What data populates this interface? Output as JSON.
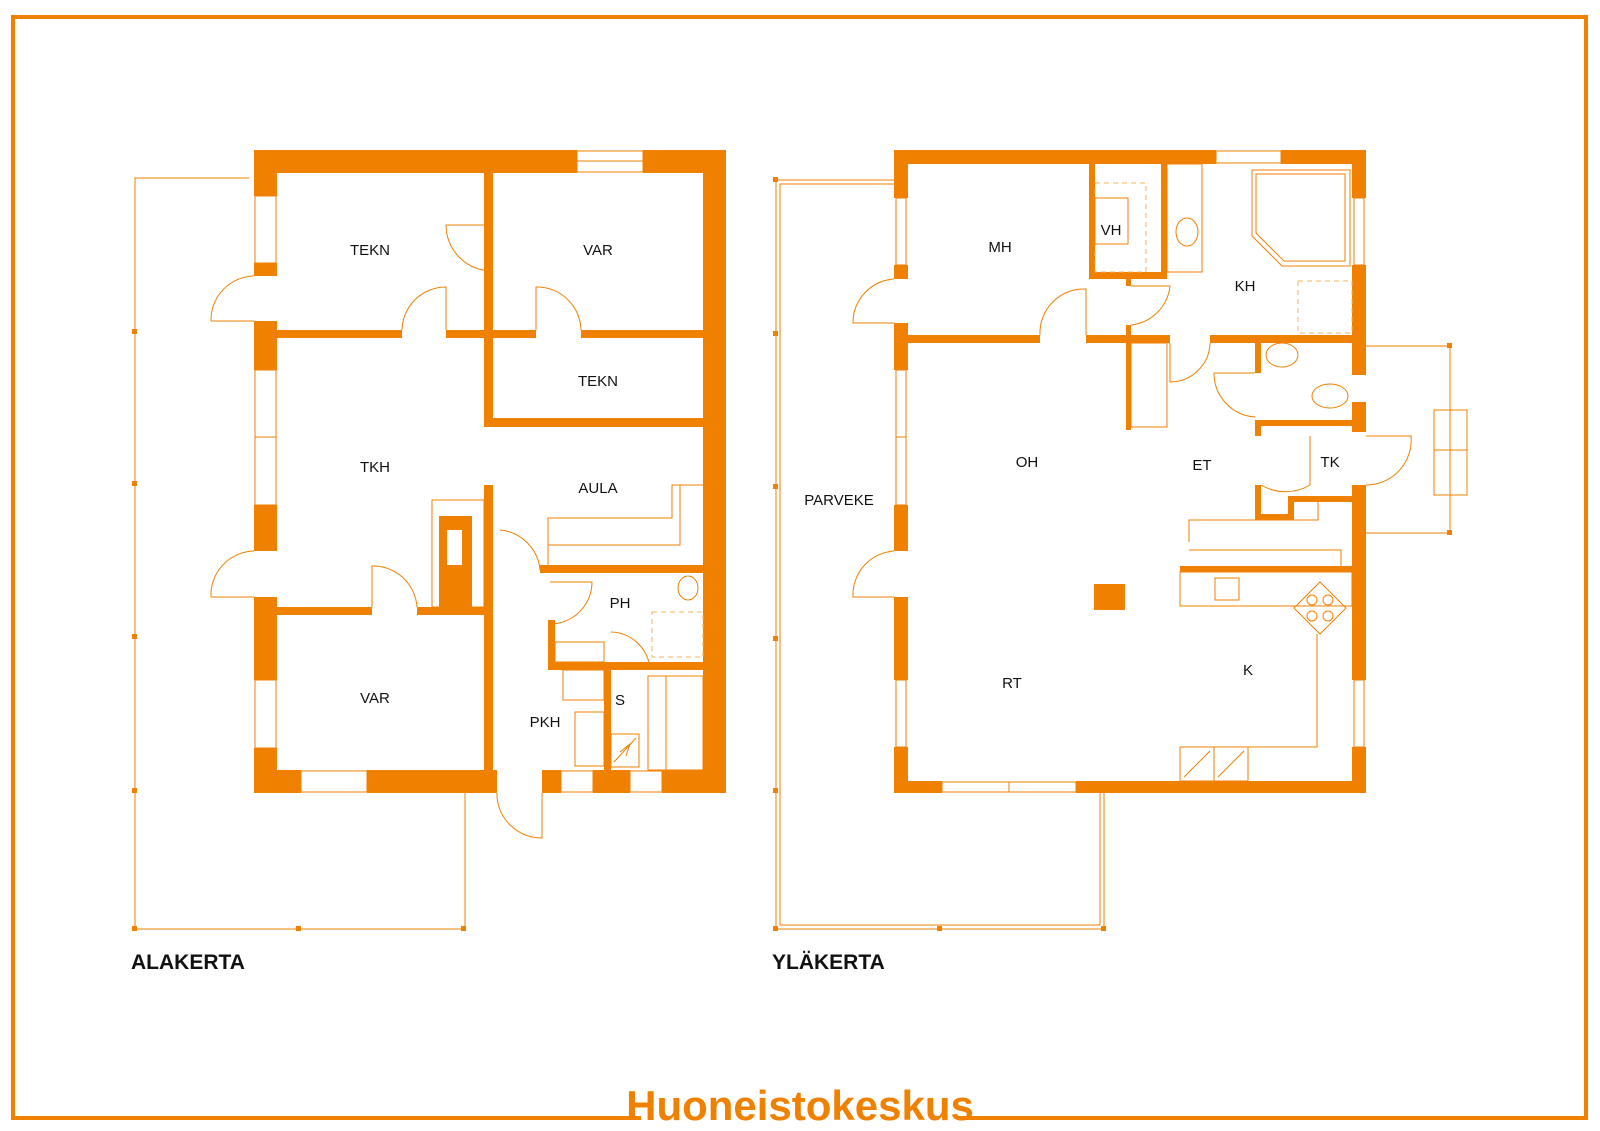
{
  "brand": {
    "logo_text": "Huoneistokeskus",
    "color": "#F08000"
  },
  "floors": [
    {
      "title": "ALAKERTA",
      "rooms": [
        "TEKN",
        "VAR",
        "TEKN",
        "TKH",
        "AULA",
        "PH",
        "S",
        "PKH",
        "VAR"
      ]
    },
    {
      "title": "YLÄKERTA",
      "rooms": [
        "MH",
        "VH",
        "KH",
        "OH",
        "ET",
        "TK",
        "PARVEKE",
        "RT",
        "K"
      ]
    }
  ]
}
